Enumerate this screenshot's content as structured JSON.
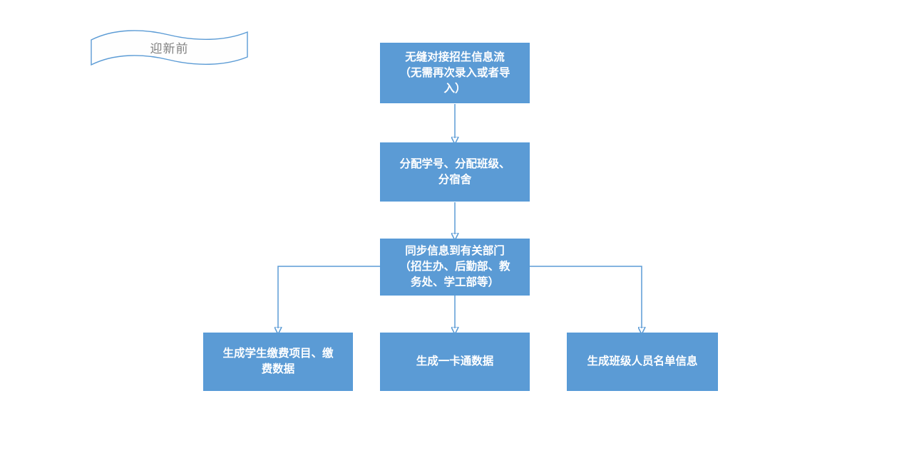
{
  "banner": {
    "label": "迎新前"
  },
  "nodes": {
    "intake": {
      "label": "无缝对接招生信息流\n（无需再次录入或者导\n入）"
    },
    "assign": {
      "label": "分配学号、分配班级、\n分宿舍"
    },
    "sync": {
      "label": "同步信息到有关部门\n（招生办、后勤部、教\n务处、学工部等）"
    },
    "payment": {
      "label": "生成学生缴费项目、缴\n费数据"
    },
    "card": {
      "label": "生成一卡通数据"
    },
    "roster": {
      "label": "生成班级人员名单信息"
    }
  },
  "colors": {
    "node_fill": "#5b9bd5",
    "node_text": "#ffffff",
    "connector": "#5b9bd5",
    "banner_border": "#5b9bd5",
    "banner_text": "#808080",
    "background": "#ffffff"
  }
}
